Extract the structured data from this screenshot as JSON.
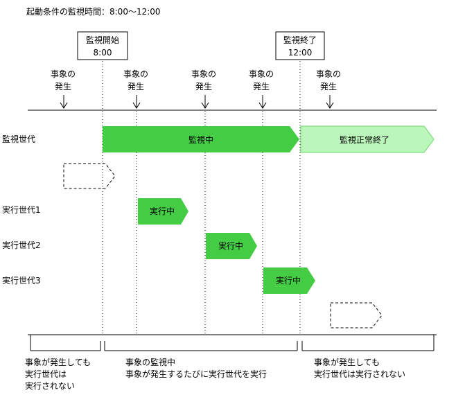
{
  "title": "起動条件の監視時間：8:00～12:00",
  "monitor_start": {
    "line1": "監視開始",
    "line2": "8:00"
  },
  "monitor_end": {
    "line1": "監視終了",
    "line2": "12:00"
  },
  "events": [
    {
      "line1": "事象の",
      "line2": "発生"
    },
    {
      "line1": "事象の",
      "line2": "発生"
    },
    {
      "line1": "事象の",
      "line2": "発生"
    },
    {
      "line1": "事象の",
      "line2": "発生"
    },
    {
      "line1": "事象の",
      "line2": "発生"
    }
  ],
  "rows": {
    "monitor_generation": "監視世代",
    "exec1": "実行世代1",
    "exec2": "実行世代2",
    "exec3": "実行世代3"
  },
  "bars": {
    "monitoring": "監視中",
    "normal_end": "監視正常終了",
    "exec1": "実行中",
    "exec2": "実行中",
    "exec3": "実行中"
  },
  "notes": {
    "before": [
      "事象が発生しても",
      "実行世代は",
      "実行されない"
    ],
    "during": [
      "事象の監視中",
      "事象が発生するたびに実行世代を実行"
    ],
    "after": [
      "事象が発生しても",
      "実行世代は実行されない"
    ]
  },
  "colors": {
    "active": "#44cc44",
    "normal_end": "#bbf7bb",
    "normal_end_stroke": "#6bd86b",
    "line": "#000000"
  }
}
